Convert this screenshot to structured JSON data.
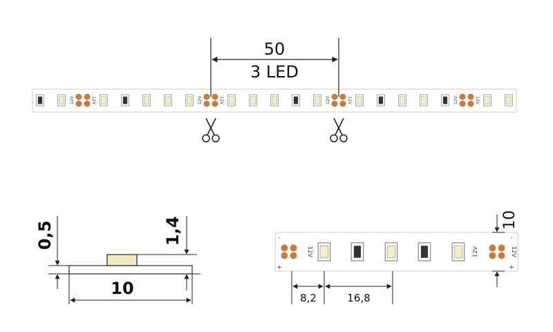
{
  "top": {
    "length_label": "50",
    "led_count_label": "3 LED",
    "voltage_mark": "12V"
  },
  "profile": {
    "thickness_label": "0,5",
    "height_label": "1,4",
    "width_label": "10"
  },
  "detail": {
    "voltage_mark": "12V",
    "width_label": "10",
    "pitch_a_label": "8,2",
    "pitch_b_label": "16,8",
    "minus_mark": "-",
    "plus_mark": "+"
  },
  "colors": {
    "line": "#222222",
    "strip_border": "#bbbbbb",
    "pad": "#c97a3c",
    "led_frame": "#b9b9b9",
    "led_phosphor": "#f3efc0",
    "chip_body": "#f1e9c4"
  },
  "icons": {
    "cut_mark": "scissors-icon"
  }
}
